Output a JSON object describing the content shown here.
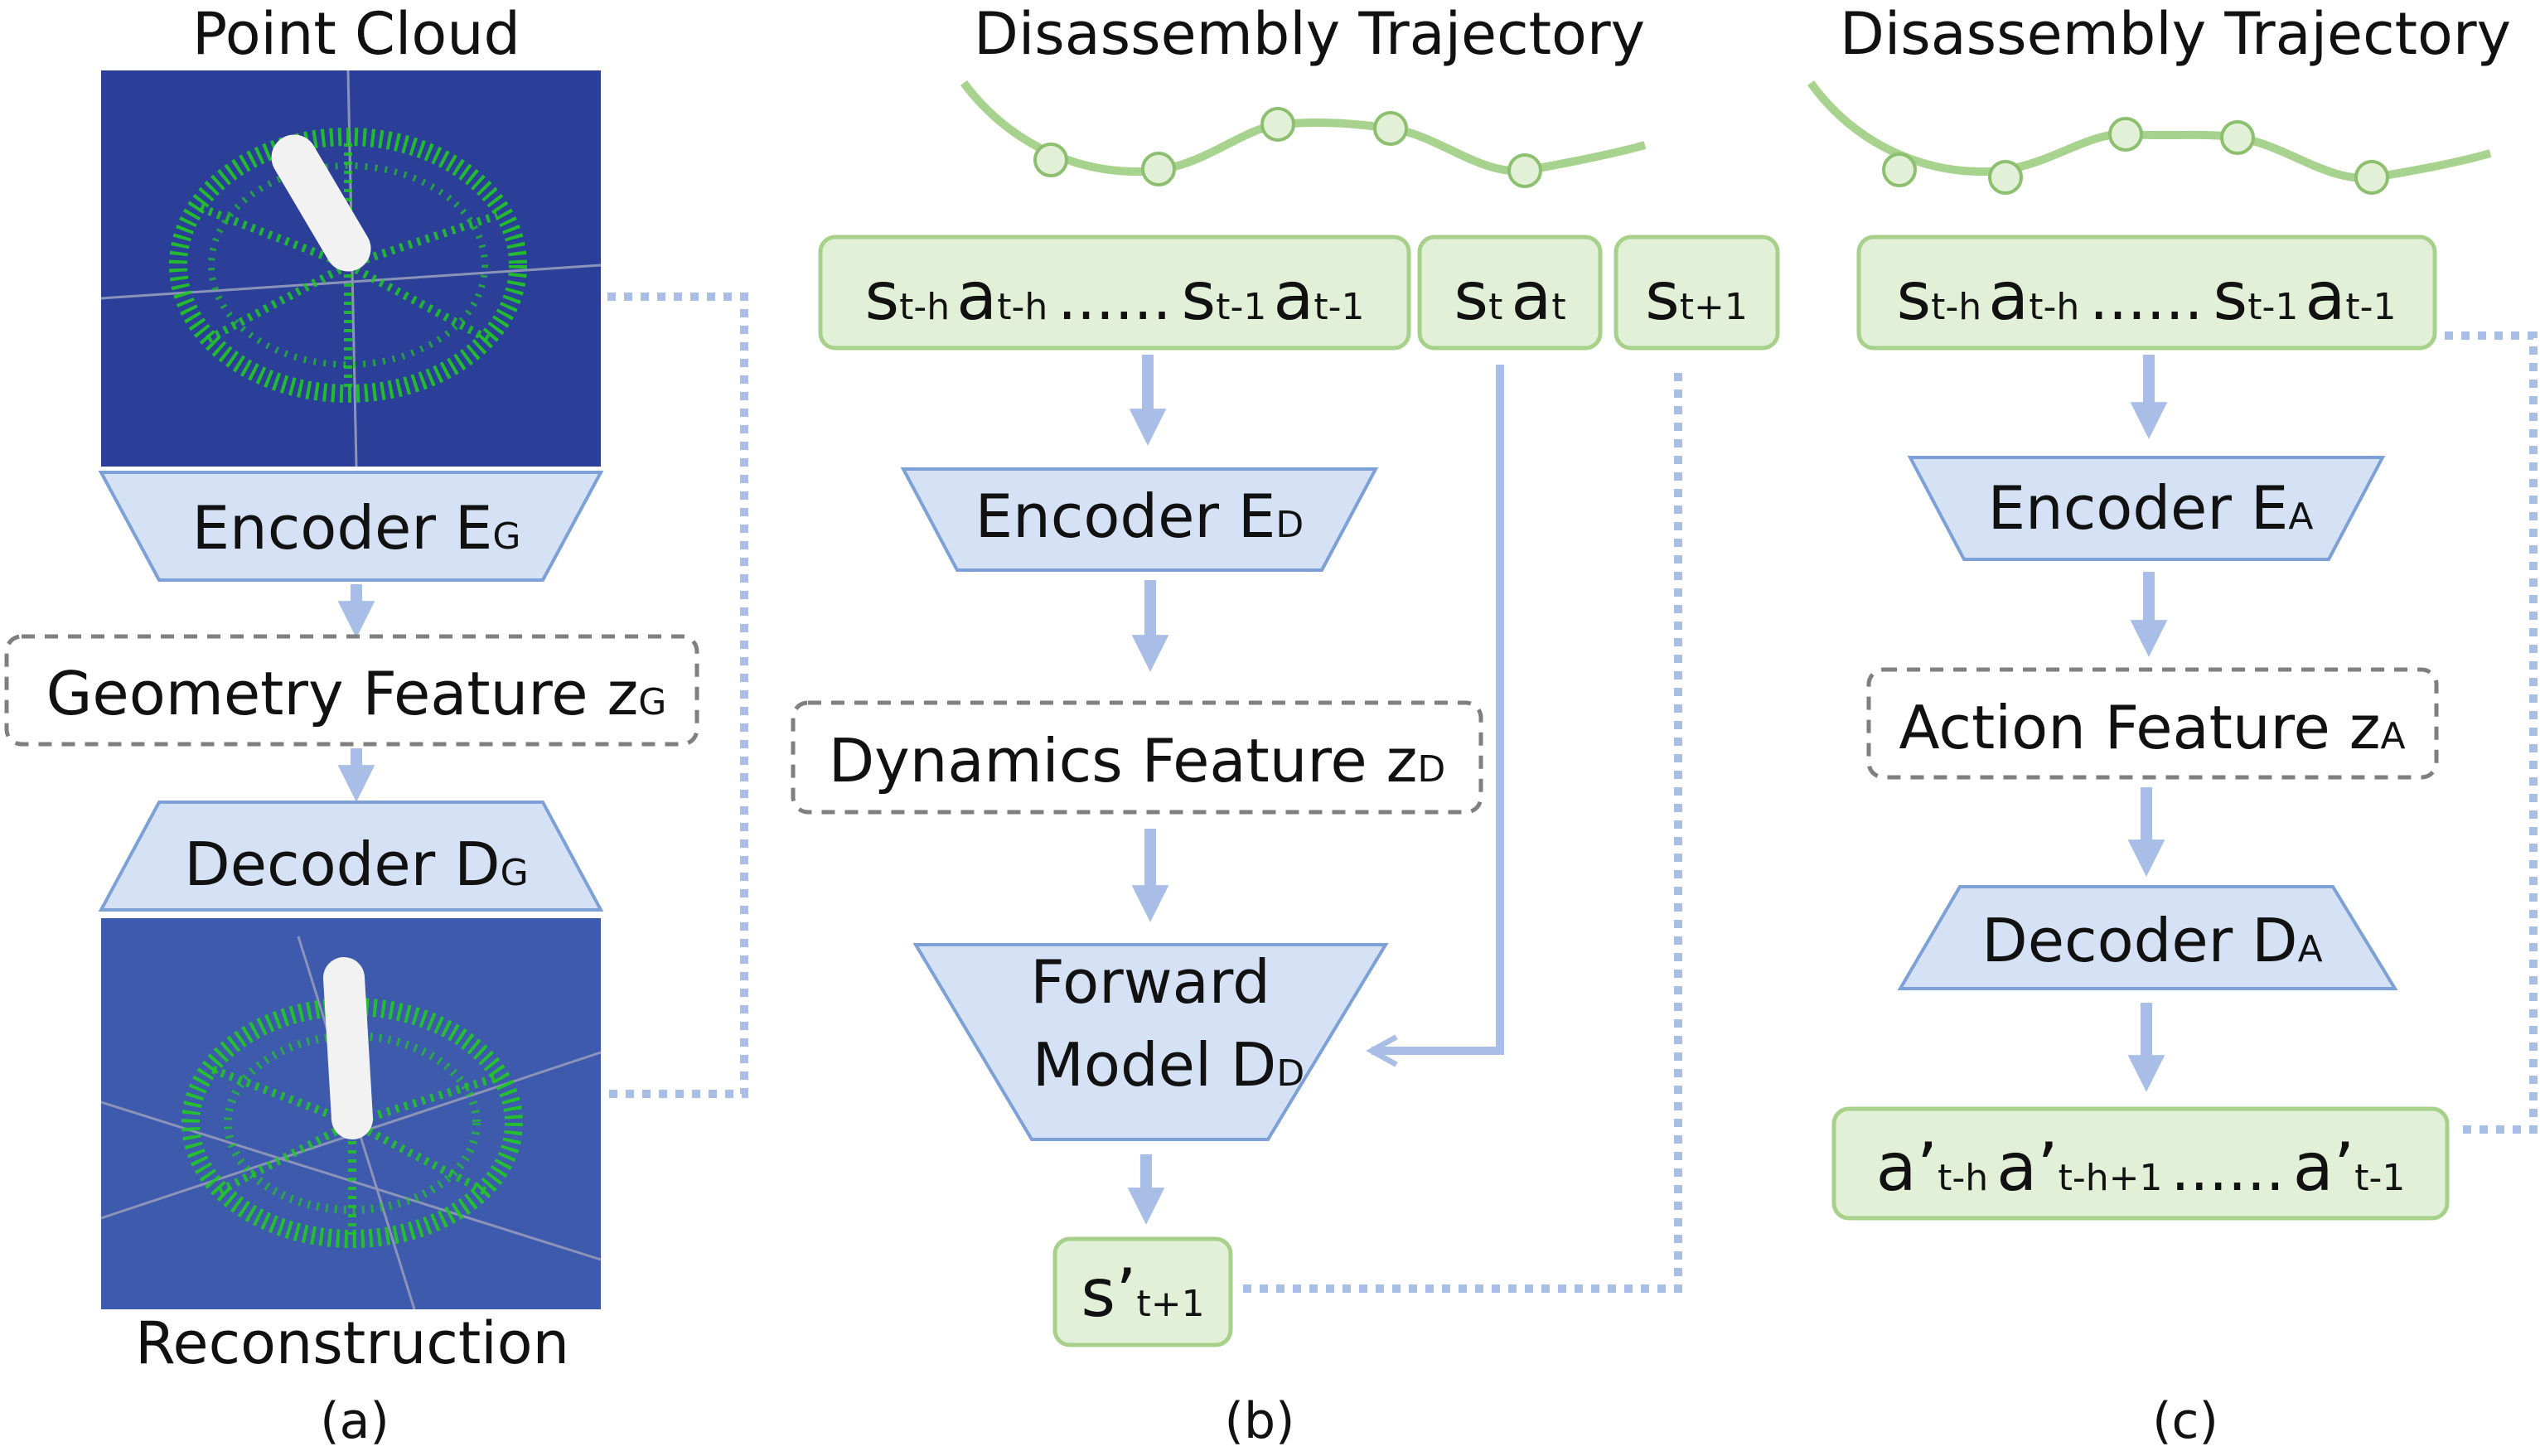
{
  "colors": {
    "arrow": "#a9bee6",
    "trapezoid_fill": "#d5e2f5",
    "trapezoid_stroke": "#7da0d6",
    "green_fill": "#e3f0d8",
    "green_stroke": "#a7d08a",
    "trajectory_line": "#a7d38e",
    "dashed_box": "#7f7f7f",
    "pointcloud_bg": "#2b3f99",
    "pointcloud_points": "#22c825"
  },
  "panel_a": {
    "title": "Point Cloud",
    "encoder": {
      "main": "Encoder E",
      "sub": "G"
    },
    "feature": {
      "main": "Geometry Feature z",
      "sub": "G"
    },
    "decoder": {
      "main": "Decoder D",
      "sub": "G"
    },
    "bottom_label": "Reconstruction",
    "caption": "(a)"
  },
  "panel_b": {
    "title": "Disassembly Trajectory",
    "history": {
      "s1": "s",
      "s1_sub": "t-h",
      "a1": "a",
      "a1_sub": "t-h",
      "dots": "......",
      "s2": "s",
      "s2_sub": "t-1",
      "a2": "a",
      "a2_sub": "t-1"
    },
    "current": {
      "s": "s",
      "s_sub": "t",
      "a": "a",
      "a_sub": "t"
    },
    "next": {
      "s": "s",
      "s_sub": "t+1"
    },
    "encoder": {
      "main": "Encoder E",
      "sub": "D"
    },
    "feature": {
      "main": "Dynamics Feature z",
      "sub": "D"
    },
    "forward": {
      "line1": "Forward",
      "line2": "Model D",
      "sub": "D"
    },
    "output": {
      "main": "s’",
      "sub": "t+1"
    },
    "caption": "(b)"
  },
  "panel_c": {
    "title": "Disassembly Trajectory",
    "history": {
      "s1": "s",
      "s1_sub": "t-h",
      "a1": "a",
      "a1_sub": "t-h",
      "dots": "......",
      "s2": "s",
      "s2_sub": "t-1",
      "a2": "a",
      "a2_sub": "t-1"
    },
    "encoder": {
      "main": "Encoder E",
      "sub": "A"
    },
    "feature": {
      "main": "Action Feature z",
      "sub": "A"
    },
    "decoder": {
      "main": "Decoder D",
      "sub": "A"
    },
    "output": {
      "a1": "a’",
      "a1_sub": "t-h",
      "a2": "a’",
      "a2_sub": "t-h+1",
      "dots": "......",
      "a3": "a’",
      "a3_sub": "t-1"
    },
    "caption": "(c)"
  }
}
